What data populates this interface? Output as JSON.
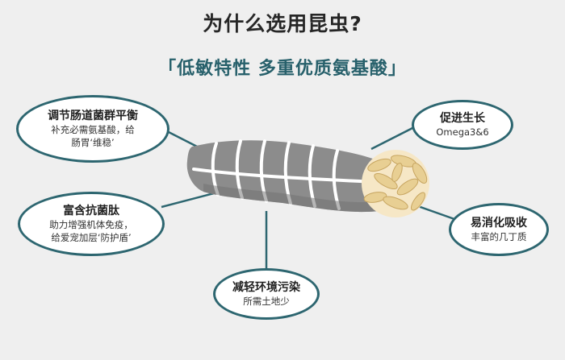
{
  "title": "为什么选用昆虫?",
  "subtitle": "「低敏特性 多重优质氨基酸」",
  "colors": {
    "background": "#efefef",
    "accent": "#2d6670",
    "subtitle": "#27606b",
    "insect_body": "#8c8c8c",
    "larvae": "#e8cf93"
  },
  "bubbles": {
    "gut": {
      "heading": "调节肠道菌群平衡",
      "desc": "补充必需氨基酸，给\n肠胃‘维稳’"
    },
    "peptide": {
      "heading": "富含抗菌肽",
      "desc": "助力增强机体免疫，\n给爱宠加层‘防护盾’"
    },
    "env": {
      "heading": "减轻环境污染",
      "desc": "所需土地少"
    },
    "growth": {
      "heading": "促进生长",
      "desc": "Omega3&6"
    },
    "digest": {
      "heading": "易消化吸收",
      "desc": "丰富的几丁质"
    }
  }
}
